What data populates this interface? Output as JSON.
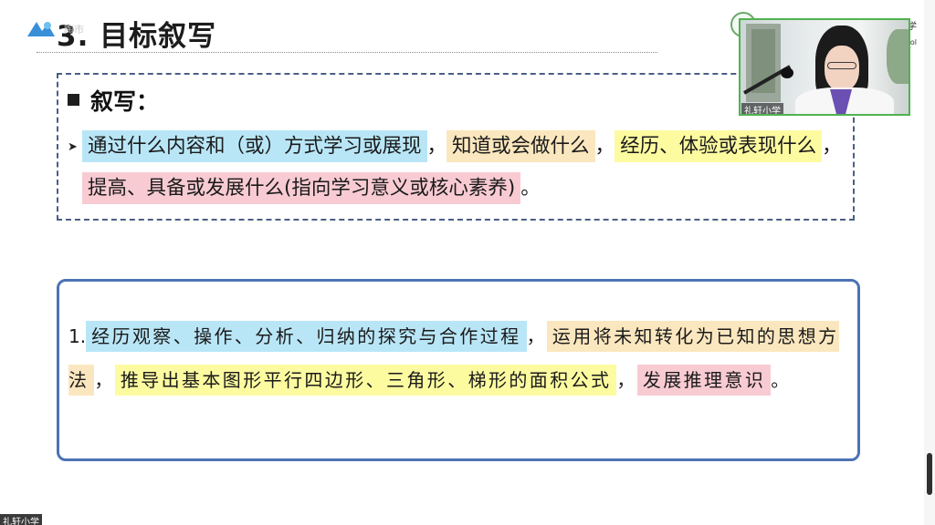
{
  "slide": {
    "title": "3. 目标叙写",
    "title_ghost": "陶市",
    "box1": {
      "heading": "叙写：",
      "segments": [
        {
          "text": "通过什么内容和（或）方式学习或展现",
          "color": "blue"
        },
        {
          "text": "，",
          "color": "none"
        },
        {
          "text": "知道或会做什么",
          "color": "orange"
        },
        {
          "text": "，",
          "color": "none"
        },
        {
          "text": "经历、体验或表现什么",
          "color": "yellow"
        },
        {
          "text": "，",
          "color": "none"
        },
        {
          "text": "提高、具备或发展什么(指向学习意义或核心素养)",
          "color": "pink"
        },
        {
          "text": "。",
          "color": "none"
        }
      ]
    },
    "box2": {
      "number": "1.",
      "segments": [
        {
          "text": "经历观察、操作、分析、归纳的探究与合作过程",
          "color": "blue"
        },
        {
          "text": "，",
          "color": "none"
        },
        {
          "text": "运用将未知转化为已知的思想方法",
          "color": "orange"
        },
        {
          "text": "，",
          "color": "none"
        },
        {
          "text": "推导出基本图形平行四边形、三角形、梯形的面积公式",
          "color": "yellow"
        },
        {
          "text": "，",
          "color": "none"
        },
        {
          "text": "发展推理意识",
          "color": "pink"
        },
        {
          "text": "。",
          "color": "none"
        }
      ]
    }
  },
  "webcam": {
    "label": "礼轩小学"
  },
  "corner": {
    "text": "学",
    "text2": "ool"
  },
  "bottom_tag": "礼轩小学",
  "colors": {
    "blue": "#b9e6f7",
    "orange": "#fbe7bf",
    "yellow": "#fdfba0",
    "pink": "#f8cbd2",
    "box_border": "#4c73b5",
    "dashed_border": "#4a5f86"
  }
}
